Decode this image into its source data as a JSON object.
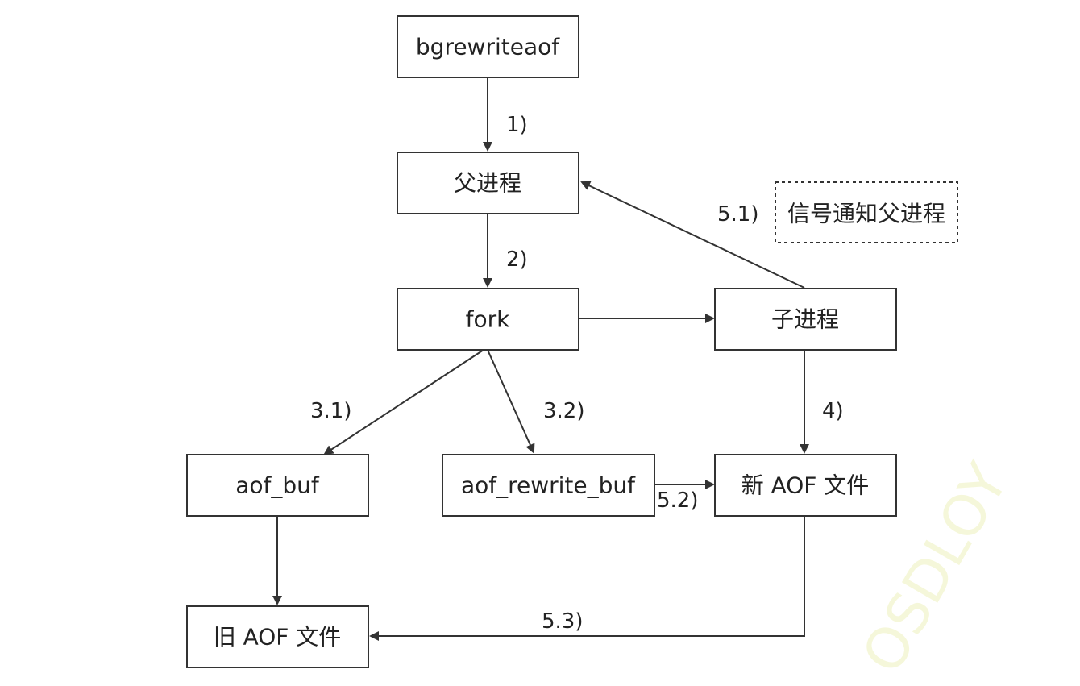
{
  "nodes": {
    "bgrewriteaof": "bgrewriteaof",
    "parent_process": "父进程",
    "fork": "fork",
    "child_process": "子进程",
    "aof_buf": "aof_buf",
    "aof_rewrite_buf": "aof_rewrite_buf",
    "new_aof_file": "新 AOF 文件",
    "old_aof_file": "旧 AOF 文件",
    "signal_note": "信号通知父进程"
  },
  "edge_labels": {
    "step_1": "1)",
    "step_2": "2)",
    "step_3_1": "3.1)",
    "step_3_2": "3.2)",
    "step_4": "4)",
    "step_5_1": "5.1)",
    "step_5_2": "5.2)",
    "step_5_3": "5.3)"
  },
  "watermark": "OSDLOY",
  "colors": {
    "stroke": "#333333",
    "text": "#222222",
    "background": "#ffffff",
    "watermark": "#f4f6d4"
  }
}
